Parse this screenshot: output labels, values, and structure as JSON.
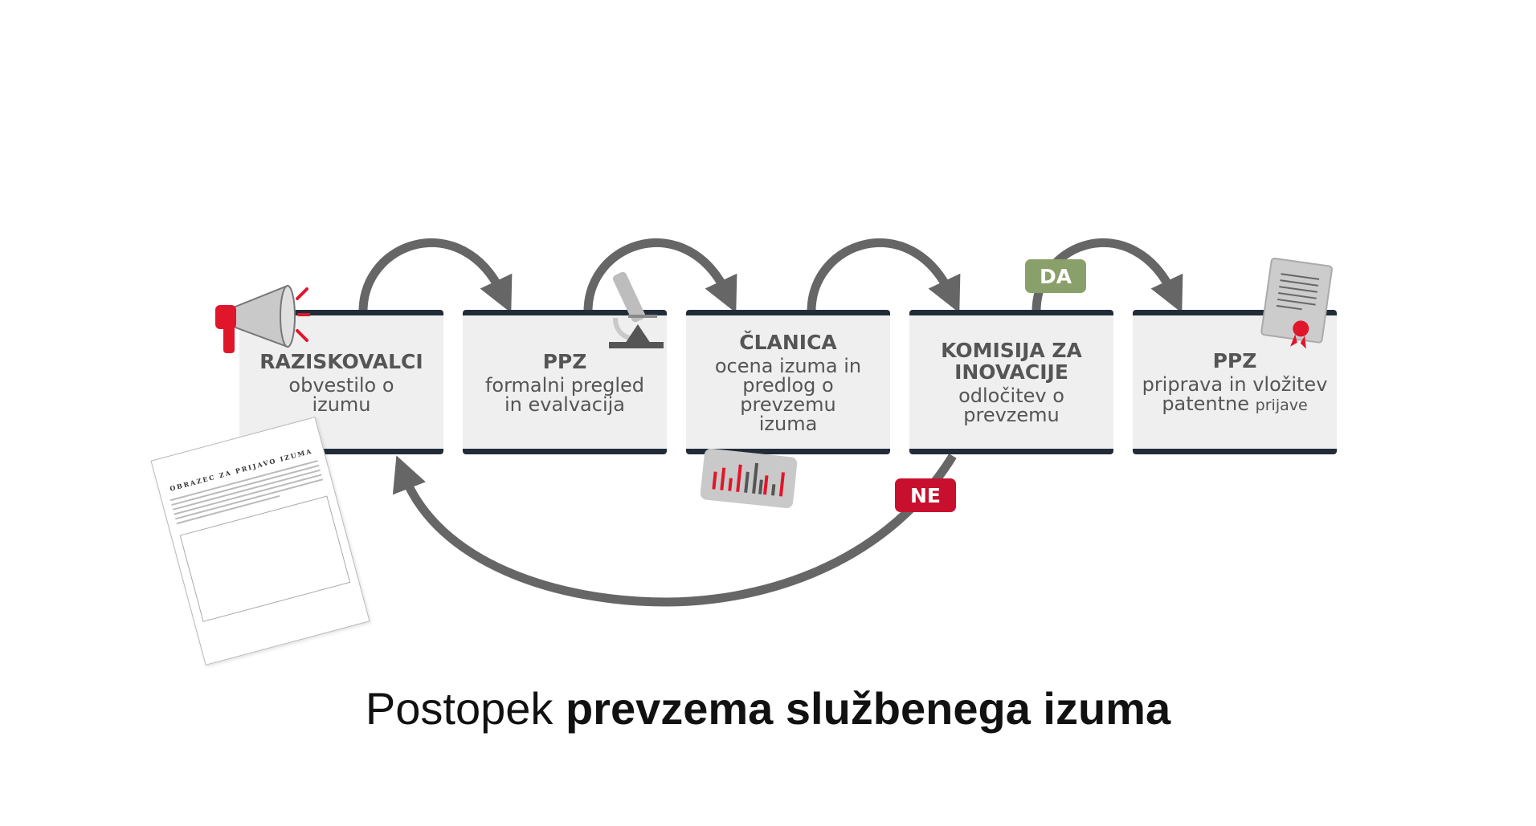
{
  "steps": [
    {
      "title": "RAZISKOVALCI",
      "subtitle": "obvestilo o izumu"
    },
    {
      "title": "PPZ",
      "subtitle": "formalni pregled in evalvacija"
    },
    {
      "title": "ČLANICA",
      "subtitle": "ocena izuma in predlog o prevzemu izuma"
    },
    {
      "title": "KOMISIJA ZA INOVACIJE",
      "subtitle": "odločitev o prevzemu"
    },
    {
      "title": "PPZ",
      "subtitle": "priprava in vložitev patentne",
      "subtitle_small": "prijave"
    }
  ],
  "tags": {
    "yes": "DA",
    "no": "NE"
  },
  "form": {
    "heading": "OBRAZEC ZA PRIJAVO IZUMA"
  },
  "title": {
    "normal": "Postopek",
    "bold": "prevzema službenega izuma"
  },
  "colors": {
    "arrow": "#666666",
    "box_border": "#222b38",
    "box_fill": "#efefef",
    "yes": "#8aa06a",
    "no": "#c8102e",
    "accent": "#e0162b"
  },
  "icons": [
    "megaphone-icon",
    "microscope-icon",
    "bar-chart-icon",
    "certificate-icon",
    "form-document-icon"
  ]
}
